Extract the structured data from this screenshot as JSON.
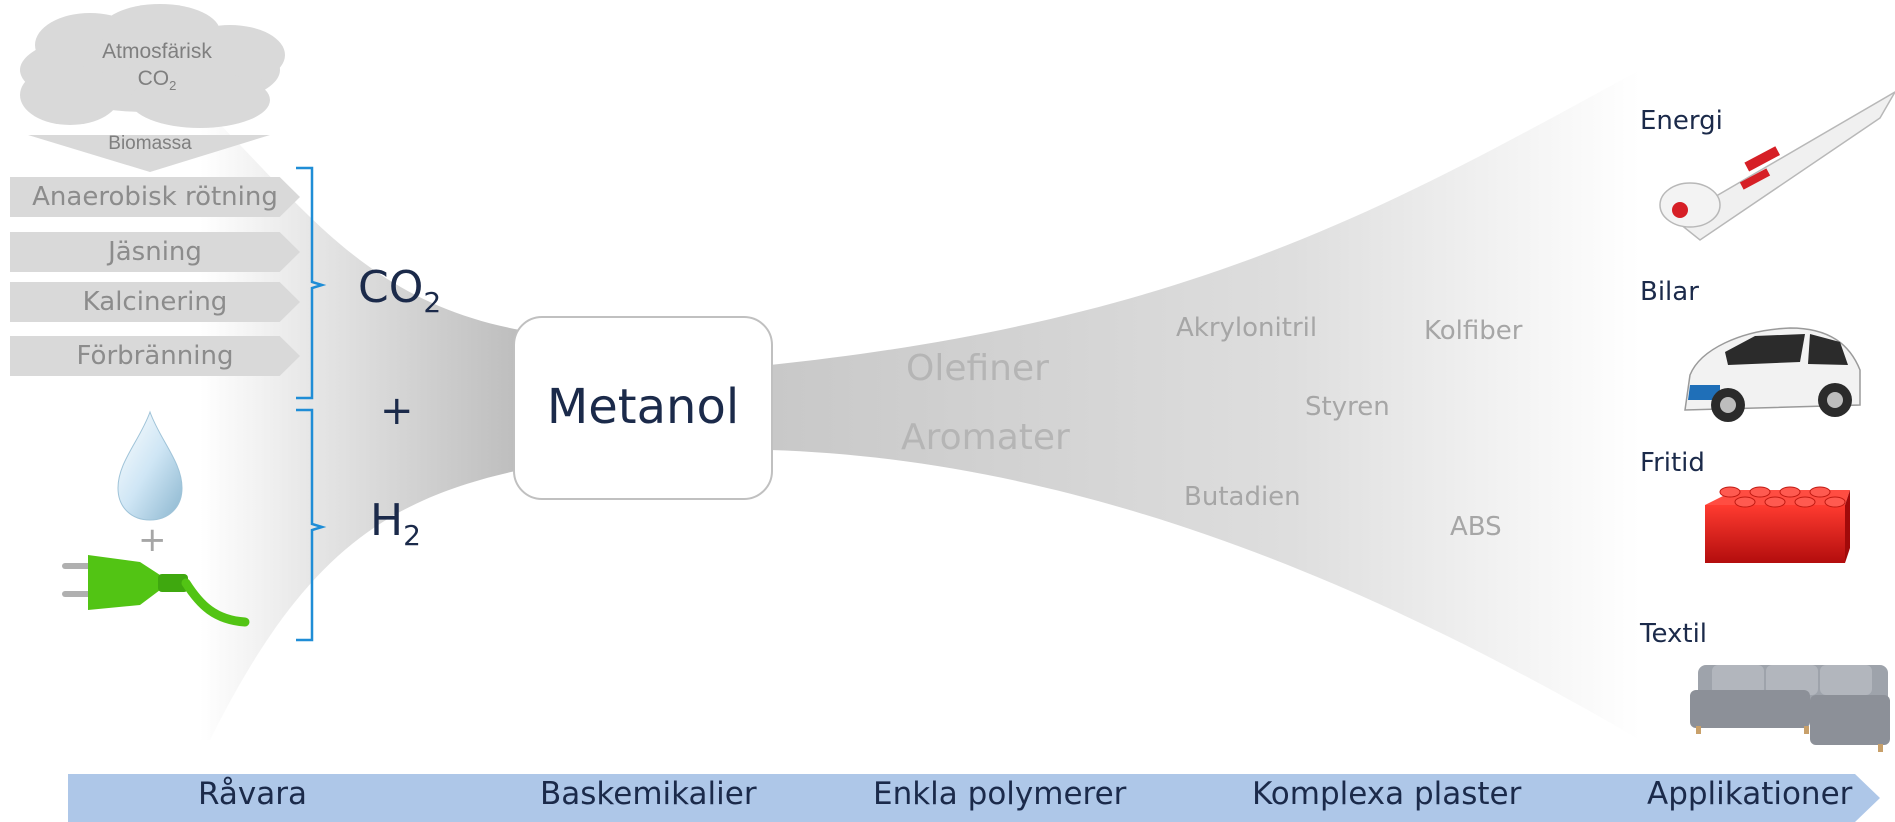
{
  "source": {
    "cloud_text_line1": "Atmosfärisk",
    "cloud_text_line2": "CO",
    "cloud_text_sub": "2",
    "biomass": "Biomassa",
    "processes": [
      "Anaerobisk rötning",
      "Jäsning",
      "Kalcinering",
      "Förbränning"
    ],
    "plus_small": "+"
  },
  "inputs": {
    "co2_main": "CO",
    "co2_sub": "2",
    "plus": "+",
    "h2_main": "H",
    "h2_sub": "2"
  },
  "center": {
    "label": "Metanol"
  },
  "basic_polymers": [
    "Olefiner",
    "Aromater"
  ],
  "complex_plastics": [
    "Akrylonitril",
    "Kolfiber",
    "Styren",
    "Butadien",
    "ABS"
  ],
  "applications": [
    "Energi",
    "Bilar",
    "Fritid",
    "Textil"
  ],
  "stages": [
    "Råvara",
    "Baskemikalier",
    "Enkla polymerer",
    "Komplexa plaster",
    "Applikationer"
  ],
  "colors": {
    "accent_blue": "#1f8dd6",
    "stage_bar": "#aec7e8",
    "text_dark": "#1b2a4a",
    "funnel_gray": "#cfcfcf",
    "light_text": "#a6a6a6"
  }
}
